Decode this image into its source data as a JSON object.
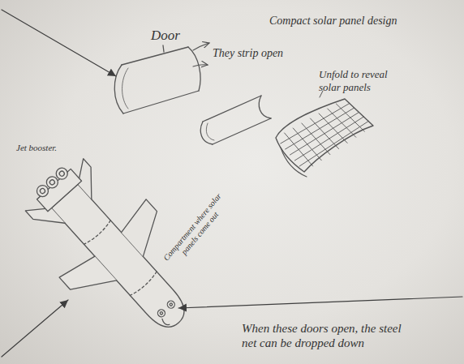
{
  "diagram": {
    "title": "Compact solar panel design",
    "labels": [
      "Door",
      "They strip open",
      "Unfold to reveal solar panels",
      "Jet booster.",
      "Compartment where solar panels come out",
      "When these doors open, the steel net can be dropped down"
    ]
  }
}
